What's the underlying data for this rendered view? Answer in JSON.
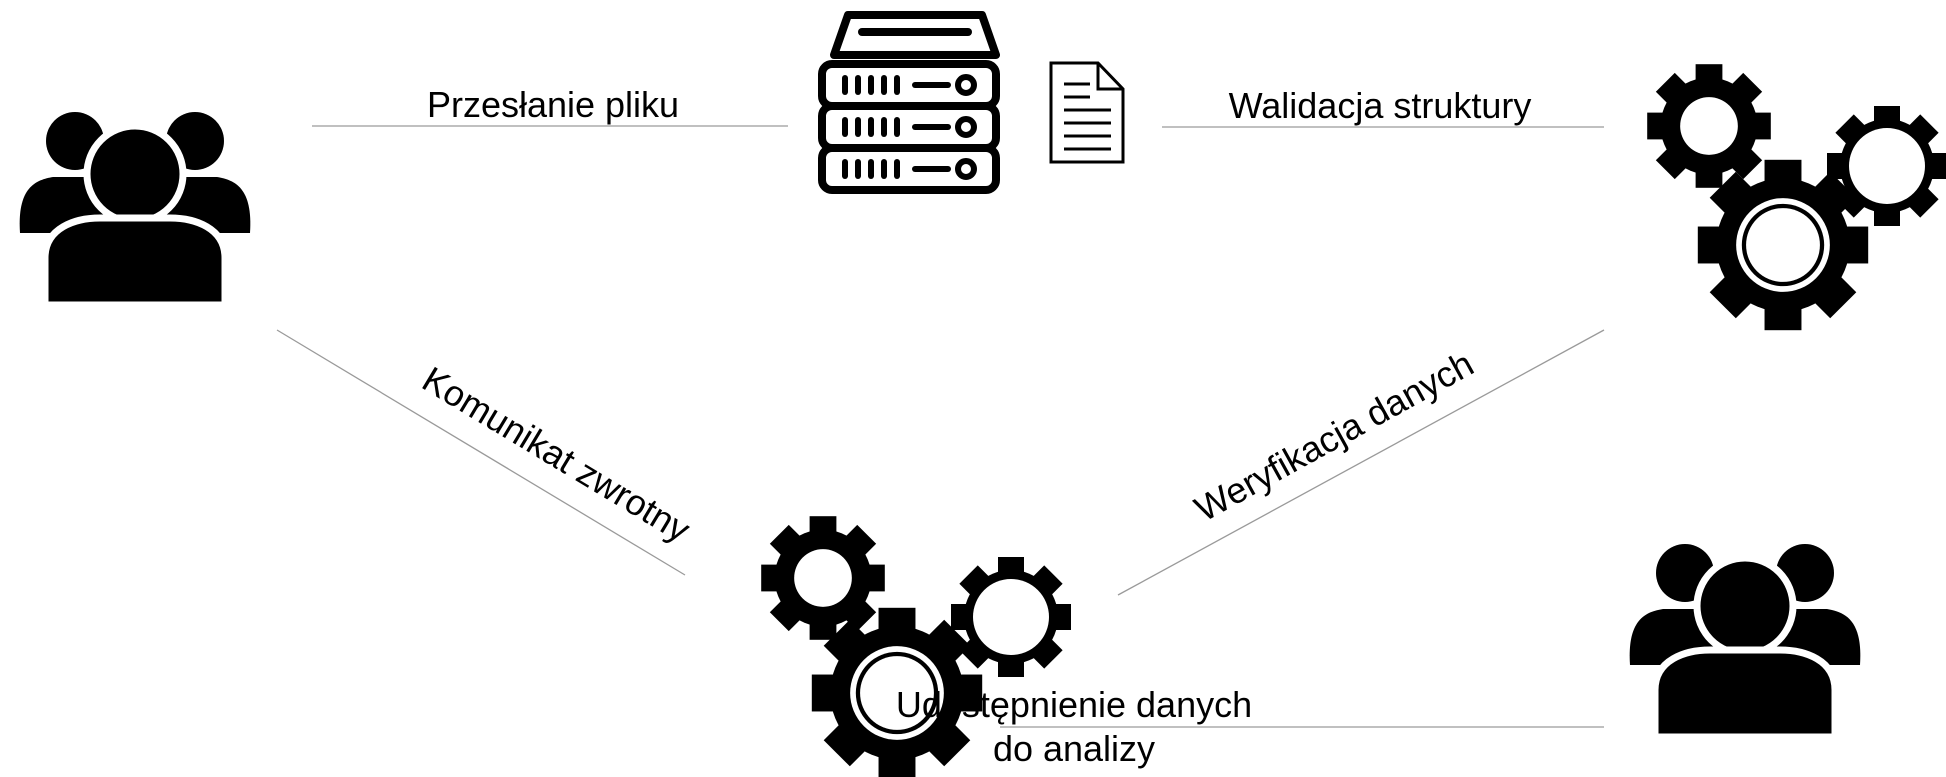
{
  "colors": {
    "ink": "#000000",
    "background": "#ffffff",
    "connector": "#9a9a9a"
  },
  "nodes": {
    "users_left": {
      "icon": "users-group-icon"
    },
    "server": {
      "icon": "server-icon"
    },
    "document": {
      "icon": "document-icon"
    },
    "gears_right": {
      "icon": "gears-icon"
    },
    "gears_center": {
      "icon": "gears-icon"
    },
    "users_right": {
      "icon": "users-group-icon"
    }
  },
  "edges": {
    "upload": {
      "label": "Przesłanie pliku"
    },
    "validation": {
      "label": "Walidacja struktury"
    },
    "feedback": {
      "label": "Komunikat zwrotny"
    },
    "verification": {
      "label": "Weryfikacja danych"
    },
    "sharing": {
      "label_line1": "Udostępnienie danych",
      "label_line2": "do analizy"
    }
  }
}
